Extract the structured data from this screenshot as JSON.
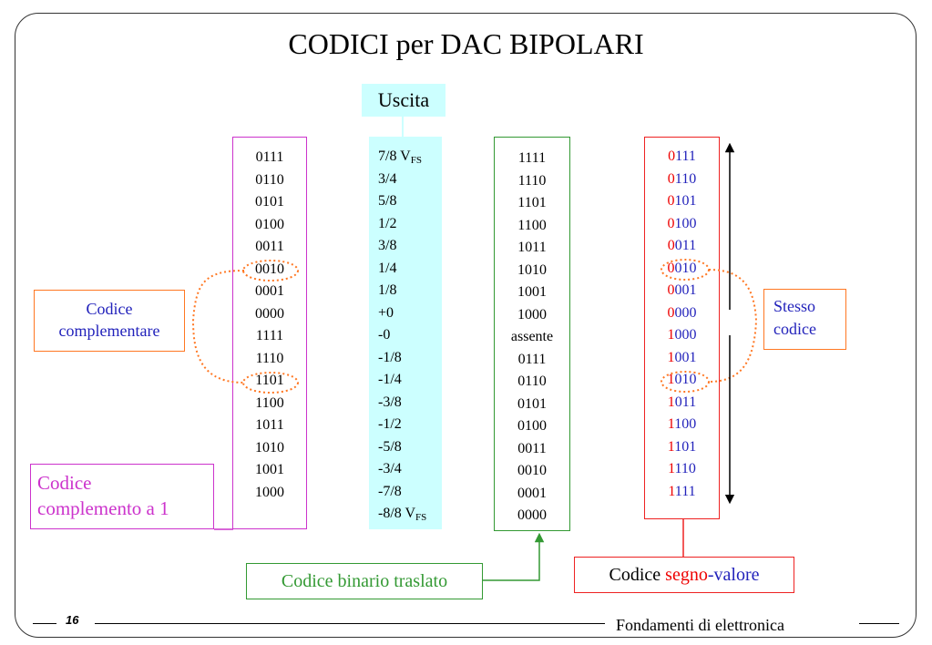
{
  "title": "CODICI per DAC BIPOLARI",
  "uscita_label": "Uscita",
  "complemento_a1": {
    "label_line1": "Codice",
    "label_line2": "complemento a 1",
    "codes": [
      "0111",
      "0110",
      "0101",
      "0100",
      "0011",
      "0010",
      "0001",
      "0000",
      "1111",
      "1110",
      "1101",
      "1100",
      "1011",
      "1010",
      "1001",
      "1000"
    ]
  },
  "uscita_values": {
    "first": "7/8 V",
    "first_sub": "FS",
    "middle": [
      "3/4",
      "5/8",
      "1/2",
      "3/8",
      "1/4",
      "1/8",
      "+0",
      "-0",
      "-1/8",
      "-1/4",
      "-3/8",
      "-1/2",
      "-5/8",
      "-3/4",
      "-7/8"
    ],
    "last": "-8/8 V",
    "last_sub": "FS"
  },
  "binario_traslato": {
    "label": "Codice binario traslato",
    "codes": [
      "1111",
      "1110",
      "1101",
      "1100",
      "1011",
      "1010",
      "1001",
      "1000",
      "assente",
      "0111",
      "0110",
      "0101",
      "0100",
      "0011",
      "0010",
      "0001",
      "0000"
    ]
  },
  "segno_valore": {
    "label_part1": "Codice ",
    "label_part2": "segno",
    "label_part3": "-valore",
    "codes": [
      "0111",
      "0110",
      "0101",
      "0100",
      "0011",
      "0010",
      "0001",
      "0000",
      "1000",
      "1001",
      "1010",
      "1011",
      "1100",
      "1101",
      "1110",
      "1111"
    ]
  },
  "complementare_box": {
    "line1": "Codice",
    "line2": "complementare"
  },
  "stesso_box": {
    "line1": "Stesso",
    "line2": "codice"
  },
  "footer": {
    "page": "16",
    "course": "Fondamenti di elettronica"
  },
  "colors": {
    "magenta": "#cc33cc",
    "cyan": "#ccffff",
    "green": "#339933",
    "red": "#ee2222",
    "orange": "#ff7722",
    "blue": "#2222bb"
  }
}
